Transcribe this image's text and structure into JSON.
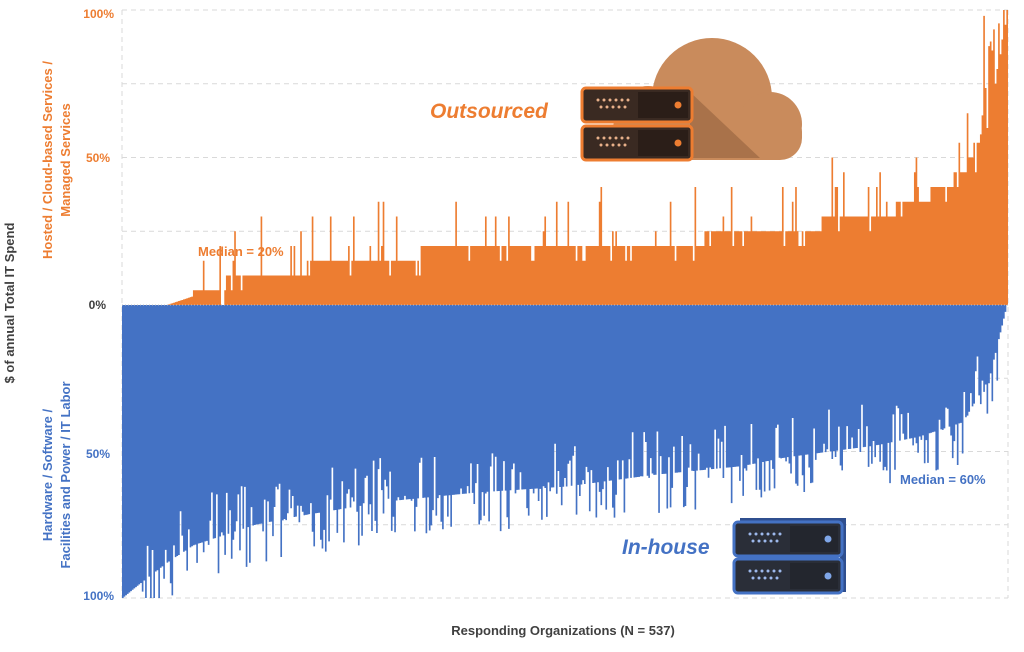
{
  "colors": {
    "outsourced": "#ED7D31",
    "inhouse": "#4472C4",
    "axis_text": "#404040",
    "grid": "#D9D9D9"
  },
  "chart_data": {
    "type": "area",
    "xlabel": "Responding Organizations (N = 537)",
    "ylabel": "$ of annual Total IT Spend",
    "upper_axis_label_line1": "Hosted / Cloud-based Services /",
    "upper_axis_label_line2": "Managed Services",
    "lower_axis_label_line1": "Hardware / Software /",
    "lower_axis_label_line2": "Facilities and Power / IT Labor",
    "upper_ticks": [
      "100%",
      "50%",
      "0%"
    ],
    "lower_ticks": [
      "50%",
      "100%"
    ],
    "upper_ylim": [
      0,
      100
    ],
    "lower_ylim": [
      0,
      100
    ],
    "n": 537,
    "grid": true,
    "outsourced_label": "Outsourced",
    "inhouse_label": "In-house",
    "median_outsourced": "Median = 20%",
    "median_inhouse": "Median = 60%",
    "icons": [
      "cloud-icon",
      "server-icon"
    ],
    "series": [
      {
        "name": "Outsourced",
        "approx_profile_x_pct": [
          0,
          5,
          8,
          12,
          15,
          20,
          30,
          40,
          50,
          60,
          65,
          70,
          75,
          80,
          85,
          90,
          95,
          98,
          100
        ],
        "approx_profile_y_pct": [
          0,
          0,
          3,
          8,
          10,
          12,
          16,
          20,
          20,
          20,
          22,
          25,
          26,
          28,
          30,
          35,
          45,
          60,
          100
        ]
      },
      {
        "name": "In-house",
        "approx_profile_x_pct": [
          0,
          2,
          5,
          8,
          12,
          15,
          20,
          30,
          40,
          50,
          60,
          70,
          75,
          80,
          85,
          90,
          95,
          98,
          100
        ],
        "approx_profile_y_pct": [
          100,
          95,
          88,
          82,
          78,
          75,
          72,
          67,
          64,
          62,
          58,
          55,
          52,
          50,
          48,
          45,
          40,
          25,
          0
        ]
      }
    ]
  }
}
